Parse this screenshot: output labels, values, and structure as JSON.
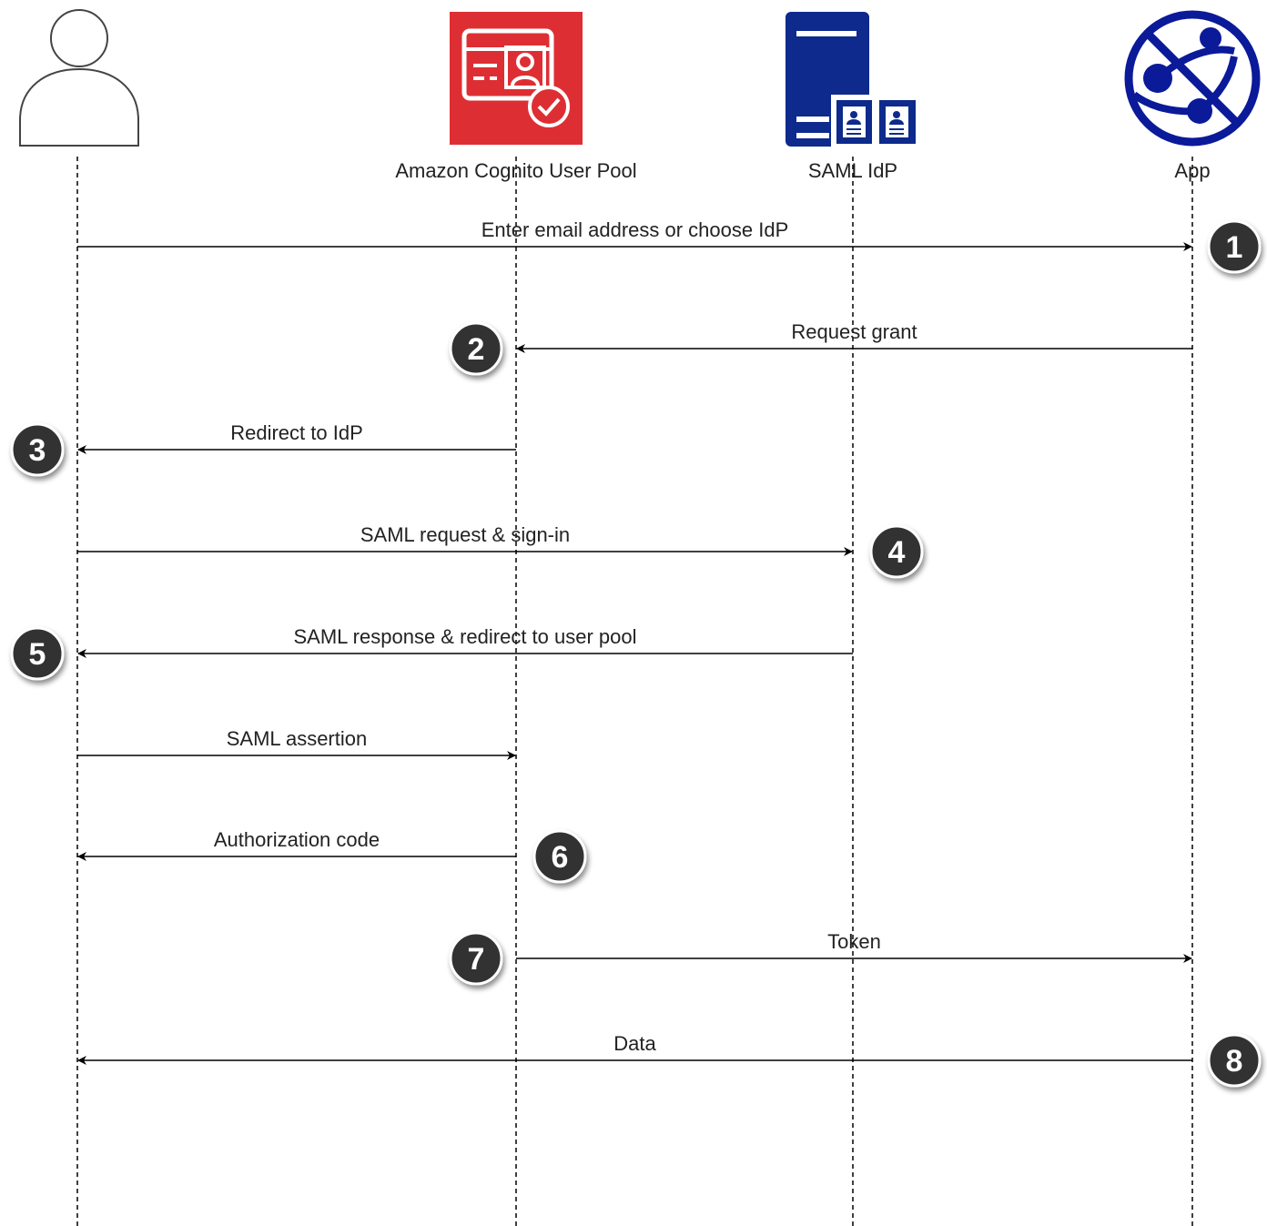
{
  "participants": [
    {
      "id": "user",
      "label": "",
      "icon": "user-icon"
    },
    {
      "id": "cognito",
      "label": "Amazon Cognito User Pool",
      "icon": "cognito-user-pool-icon"
    },
    {
      "id": "idp",
      "label": "SAML IdP",
      "icon": "saml-idp-directory-icon"
    },
    {
      "id": "app",
      "label": "App",
      "icon": "app-globe-icon"
    }
  ],
  "messages": [
    {
      "from": "user",
      "to": "app",
      "label": "Enter email address or choose IdP",
      "step": "1",
      "step_side": "right"
    },
    {
      "from": "app",
      "to": "cognito",
      "label": "Request grant",
      "step": "2",
      "step_side": "left"
    },
    {
      "from": "cognito",
      "to": "user",
      "label": "Redirect to IdP",
      "step": "3",
      "step_side": "left"
    },
    {
      "from": "user",
      "to": "idp",
      "label": "SAML request & sign-in",
      "step": "4",
      "step_side": "right"
    },
    {
      "from": "idp",
      "to": "user",
      "label": "SAML response & redirect to user pool",
      "step": "5",
      "step_side": "left"
    },
    {
      "from": "user",
      "to": "cognito",
      "label": "SAML assertion",
      "step": "",
      "step_side": ""
    },
    {
      "from": "cognito",
      "to": "user",
      "label": "Authorization code",
      "step": "6",
      "step_side": "right"
    },
    {
      "from": "cognito",
      "to": "app",
      "label": "Token",
      "step": "7",
      "step_side": "left"
    },
    {
      "from": "app",
      "to": "user",
      "label": "Data",
      "step": "8",
      "step_side": "right"
    }
  ],
  "colors": {
    "cognito_red": "#dd2f33",
    "idp_navy": "#0d2a8c",
    "app_navy": "#0b1a99",
    "badge_fill": "#333333",
    "line": "#000000"
  }
}
